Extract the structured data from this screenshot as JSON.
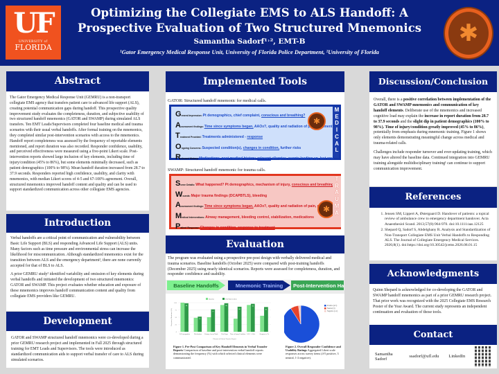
{
  "header": {
    "title": "Optimizing the Collegiate EMS to ALS Handoff: A Prospective Evaluation of Two Structured Mnemonics",
    "author": "Samantha Sadorf¹˒², EMT-B",
    "affiliations": "¹Gator Emergency Medical Response Unit, University of Florida Police Department, ²University of Florida",
    "left_logo": {
      "main": "UF",
      "sub": "UNIVERSITY of",
      "name": "FLORIDA",
      "color": "#f0521f"
    },
    "right_logo": {
      "label": "GEMRU",
      "icon": "star-of-life-icon"
    },
    "background_color": "#0b2282"
  },
  "abstract": {
    "heading": "Abstract",
    "text": "The Gator Emergency Medical Response Unit (GEMRU) is a non-transport collegiate EMS agency that transfers patient care to advanced life support (ALS), creating potential communication gaps during handoff. This prospective quality improvement study evaluates the completeness, duration, and subjective usability of two structured handoff mnemonics (GATOR and SWAMP) during simulated ALS transfers. Ten EMT Leads/Supervisors completed four baseline medical and trauma scenarios with their usual verbal handoffs. After formal training on the mnemonics, they completed similar post-intervention scenarios with access to the mnemonics. Handoff report completeness was assessed by the frequency of reportable elements mentioned, and report duration was also recorded. Responder confidence, usability, and perceived effectiveness were measured using a five-point Likert scale. Post-intervention reports showed large inclusion of key elements, including time of injury/condition (45% to 86%), but some elements minimally decreased, such as patient demographics (100% to 98%). Mean handoff duration increased from 28.7 to 37.9 seconds. Responders reported high confidence, usability, and clarity with mnemonics, with median Likert scores of 4-5 and 67-100% agreement. Overall, structured mnemonics improved handoff content and quality and can be used to support standardized communication across other collegiate EMS agencies."
  },
  "introduction": {
    "heading": "Introduction",
    "paragraphs": [
      "Verbal handoffs are a critical point of communication and vulnerability between Basic Life Support (BLS) and responding Advanced Life Support (ALS) units. Many factors such as time pressure and environmental stress can increase the likelihood for miscommunication. Although standardized mnemonics exist for the transition between ALS and the emergency department¹, there are none currently accepted for that of BLS to ALS.",
      "A prior GEMRU study² identified variability and omission of key elements during verbal handoffs and initiated the development of two structured mnemonics: GATOR and SWAMP. This project evaluates whether education and exposure of these mnemonics improves handoff communication content and quality from collegiate EMS providers like GEMRU."
    ]
  },
  "development": {
    "heading": "Development",
    "text": "GATOR and SWAMP structured handoff mnemonics were co-developed during a prior GEMRU research project and implemented in Fall 2025 through structured training for EMT Leads and Supervisors. The tools were introduced as standardized communication aids to support verbal transfer of care to ALS during simulated scenarios."
  },
  "implemented_tools": {
    "heading": "Implemented Tools",
    "gator_caption": "GATOR: Structured handoff mnemonic for medical calls.",
    "gator_side_label": "MEDICAL",
    "gator_rows": [
      {
        "letter": "G",
        "label": "eneral Impression:",
        "text": "Pt demographics, chief complaint, ",
        "underlined": "conscious and breathing?",
        "tail": ""
      },
      {
        "letter": "A",
        "label": "ssessment findings:",
        "text": "",
        "underlined": "Time since symptoms began,",
        "tail": " AAOx?, quality and radiation of pain, pertinent vitals"
      },
      {
        "letter": "T",
        "label": "reatment Provided:",
        "text": "Treatments administered - ",
        "underlined": "response",
        "tail": ""
      },
      {
        "letter": "O",
        "label": "ngoing Concerns:",
        "text": "Suspected condition(s), ",
        "underlined": "changes in condition,",
        "tail": " further risks"
      },
      {
        "letter": "R",
        "label": "elevant History:",
        "text": "Medications, past medical history, ",
        "underlined": "relevant",
        "tail": " allergies, events leading up, last oral intake (only if important)"
      }
    ],
    "swamp_caption": "SWAMP: Structured handoff mnemonic for trauma calls.",
    "swamp_side_label": "TRAUMA",
    "swamp_rows": [
      {
        "letter": "S",
        "label": "cene Details:",
        "text": "What happened? Pt demographics, mechanism of injury, ",
        "underlined": "conscious and breathing?",
        "tail": ""
      },
      {
        "letter": "W",
        "label": "ounds:",
        "text": "Major trauma findings (DCAPBTLS), bleeding",
        "underlined": "",
        "tail": ""
      },
      {
        "letter": "A",
        "label": "ssessment findings:",
        "text": "",
        "underlined": "Time since symptoms began,",
        "tail": " AAOx?, quality and radiation of pain, pertinent vitals"
      },
      {
        "letter": "M",
        "label": "edical Interventions:",
        "text": "Airway management, bleeding control, stabilization, medications",
        "underlined": "",
        "tail": ""
      },
      {
        "letter": "P",
        "label": "atient Response:",
        "text": "",
        "underlined": "Changes in condition, response to treatment",
        "tail": ""
      }
    ]
  },
  "evaluation": {
    "heading": "Evaluation",
    "text": "The program was evaluated using a prospective pre-post design with verbally delivered medical and trauma scenarios. Baseline handoffs (October 2025) were compared with post-training handoffs (December 2025) using nearly identical scenarios. Reports were assessed for completeness, duration, and responder confidence and usability.",
    "flow": [
      {
        "label": "Baseline Handoffs",
        "bg": "#7ef08f",
        "fg": "#1a6a2a"
      },
      {
        "label": "Mnemonic Training",
        "bg": "#0b2282",
        "fg": "#9fb4ff"
      },
      {
        "label": "Post-Intervention Handoffs",
        "bg": "#3aa655",
        "fg": "#ffffff"
      }
    ],
    "figure1_caption_bold": "Figure 1. Pre-Post Comparison of Key Handoff Elements in Verbal Transfer Reports",
    "figure1_caption": "Comparison of baseline and post-intervention verbal handoff reports demonstrating the frequency (%) with which selected clinical elements were communicated.",
    "figure2_caption_bold": "Figure 2. Overall Responder Confidence and Usability Ratings",
    "figure2_caption": "Aggregated Likert scale responses across survey items (4-5 positive, 3 neutral, 1-2 negative)."
  },
  "chart_data": [
    {
      "type": "bar",
      "title": "",
      "xlabel": "Element in Patient Transfer Report",
      "ylabel": "Frequency Mentioned (%)",
      "ylim": [
        0,
        100
      ],
      "grid": true,
      "legend_position": "top",
      "categories": [
        "Pt Demographics",
        "Medications",
        "Primary Assess/Vitals",
        "Vital Signs",
        "Time of Injury/Condition",
        "LOC / AAOx",
        "Response to Tx"
      ],
      "series": [
        {
          "name": "Baseline",
          "color": "#7ee28c",
          "values": [
            100,
            48,
            50,
            92,
            45,
            92,
            55
          ]
        },
        {
          "name": "Post-Intervention",
          "color": "#2e9a48",
          "values": [
            98,
            52,
            77,
            98,
            86,
            96,
            85
          ]
        }
      ]
    },
    {
      "type": "pie",
      "title": "",
      "legend_position": "right",
      "categories": [
        "Positive (4-5)",
        "Neutral (3)",
        "Negative (1-2)"
      ],
      "values": [
        91,
        7,
        2
      ],
      "colors": [
        "#1a4fd8",
        "#e8442a",
        "#f3c9c4"
      ]
    }
  ],
  "discussion": {
    "heading": "Discussion/Conclusion",
    "p1_segments": [
      {
        "t": "Overall, there is a ",
        "b": false
      },
      {
        "t": "positive correlation between implementation of the GATOR and SWAMP mnemonics and communication of key handoff elements",
        "b": true
      },
      {
        "t": ". Deliberate use of the mnemonics and increased cognitive load may explain the ",
        "b": false
      },
      {
        "t": "increase in report duration from 28.7 to 37.9 seconds",
        "b": true
      },
      {
        "t": " and the ",
        "b": false
      },
      {
        "t": "slight dip in patient demographics (100% to 98%). Time of injury/condition greatly improved (45% to 86%)",
        "b": true
      },
      {
        "t": ", potentially from emphasis during mnemonic training. Figure 1 shows only elements demonstrating meaningful change across medical and trauma-related calls.",
        "b": false
      }
    ],
    "p2": "Challenges include responder turnover and ever-updating training, which may have altered the baseline data. Continued integration into GEMRU training alongside multidisciplinary training¹ can continue to support communication improvement."
  },
  "references": {
    "heading": "References",
    "items": [
      "Jensen SM, Lippert A, Østergaard D. Handover of patients: a topical review of ambulance crew to emergency department handover. Acta Anaesthesiol Scand. 2013;57(8):964-970. doi:10.1111/aas.12125",
      "Shepard Q, Sadorf S, Abdelghany R. Analysis and Standardization of Non-Transport Collegiate EMS Unit Verbal Handoffs to Responding ALS. The Journal of Collegiate Emergency Medical Services. 2026;8(1). doi:https://doi.org/10.30542/jcems.2026.08.01.15"
    ]
  },
  "acknowledgments": {
    "heading": "Acknowledgments",
    "text": "Quinn Shepard is acknowledged for co-developing the GATOR and SWAMP handoff mnemonics as part of a prior GEMRU research project. That prior work was recognized with the 2025 Collegiate EMS Research Poster of the Year Award. The current study represents an independent continuation and evaluation of those tools."
  },
  "contact": {
    "heading": "Contact",
    "name": "Samantha Sadorf",
    "email": "ssadorf@ufl.edu",
    "linkedin": "LinkedIn",
    "qr_icon": "qr-code-icon"
  }
}
